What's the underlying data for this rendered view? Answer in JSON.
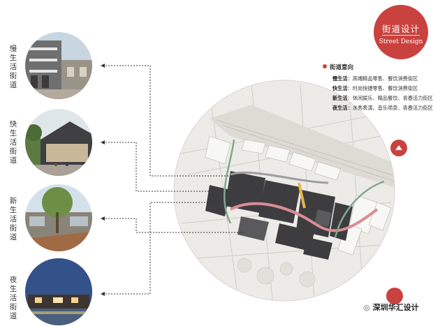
{
  "badge": {
    "title": "街道设计",
    "subtitle": "Street Design"
  },
  "legend": {
    "title": "街道意向",
    "items": [
      {
        "label": "慢生活",
        "desc": "：高端精品零售、餐饮消费街区"
      },
      {
        "label": "快生活",
        "desc": "：时尚快捷零售、餐饮消费街区"
      },
      {
        "label": "新生活",
        "desc": "：休闲娱乐、精品餐饮、青春活力街区"
      },
      {
        "label": "夜生活",
        "desc": "：水秀表演、音乐喷泉、青春活力街区"
      }
    ]
  },
  "streets": [
    {
      "label": "慢生活街道"
    },
    {
      "label": "快生活街道"
    },
    {
      "label": "新生活街道"
    },
    {
      "label": "夜生活街道"
    }
  ],
  "footer": {
    "watermark": "深圳华汇设计"
  },
  "colors": {
    "accent": "#c9423f",
    "route_pink": "#d88d95",
    "route_green": "#7fa890",
    "route_yellow": "#e6b64a"
  }
}
